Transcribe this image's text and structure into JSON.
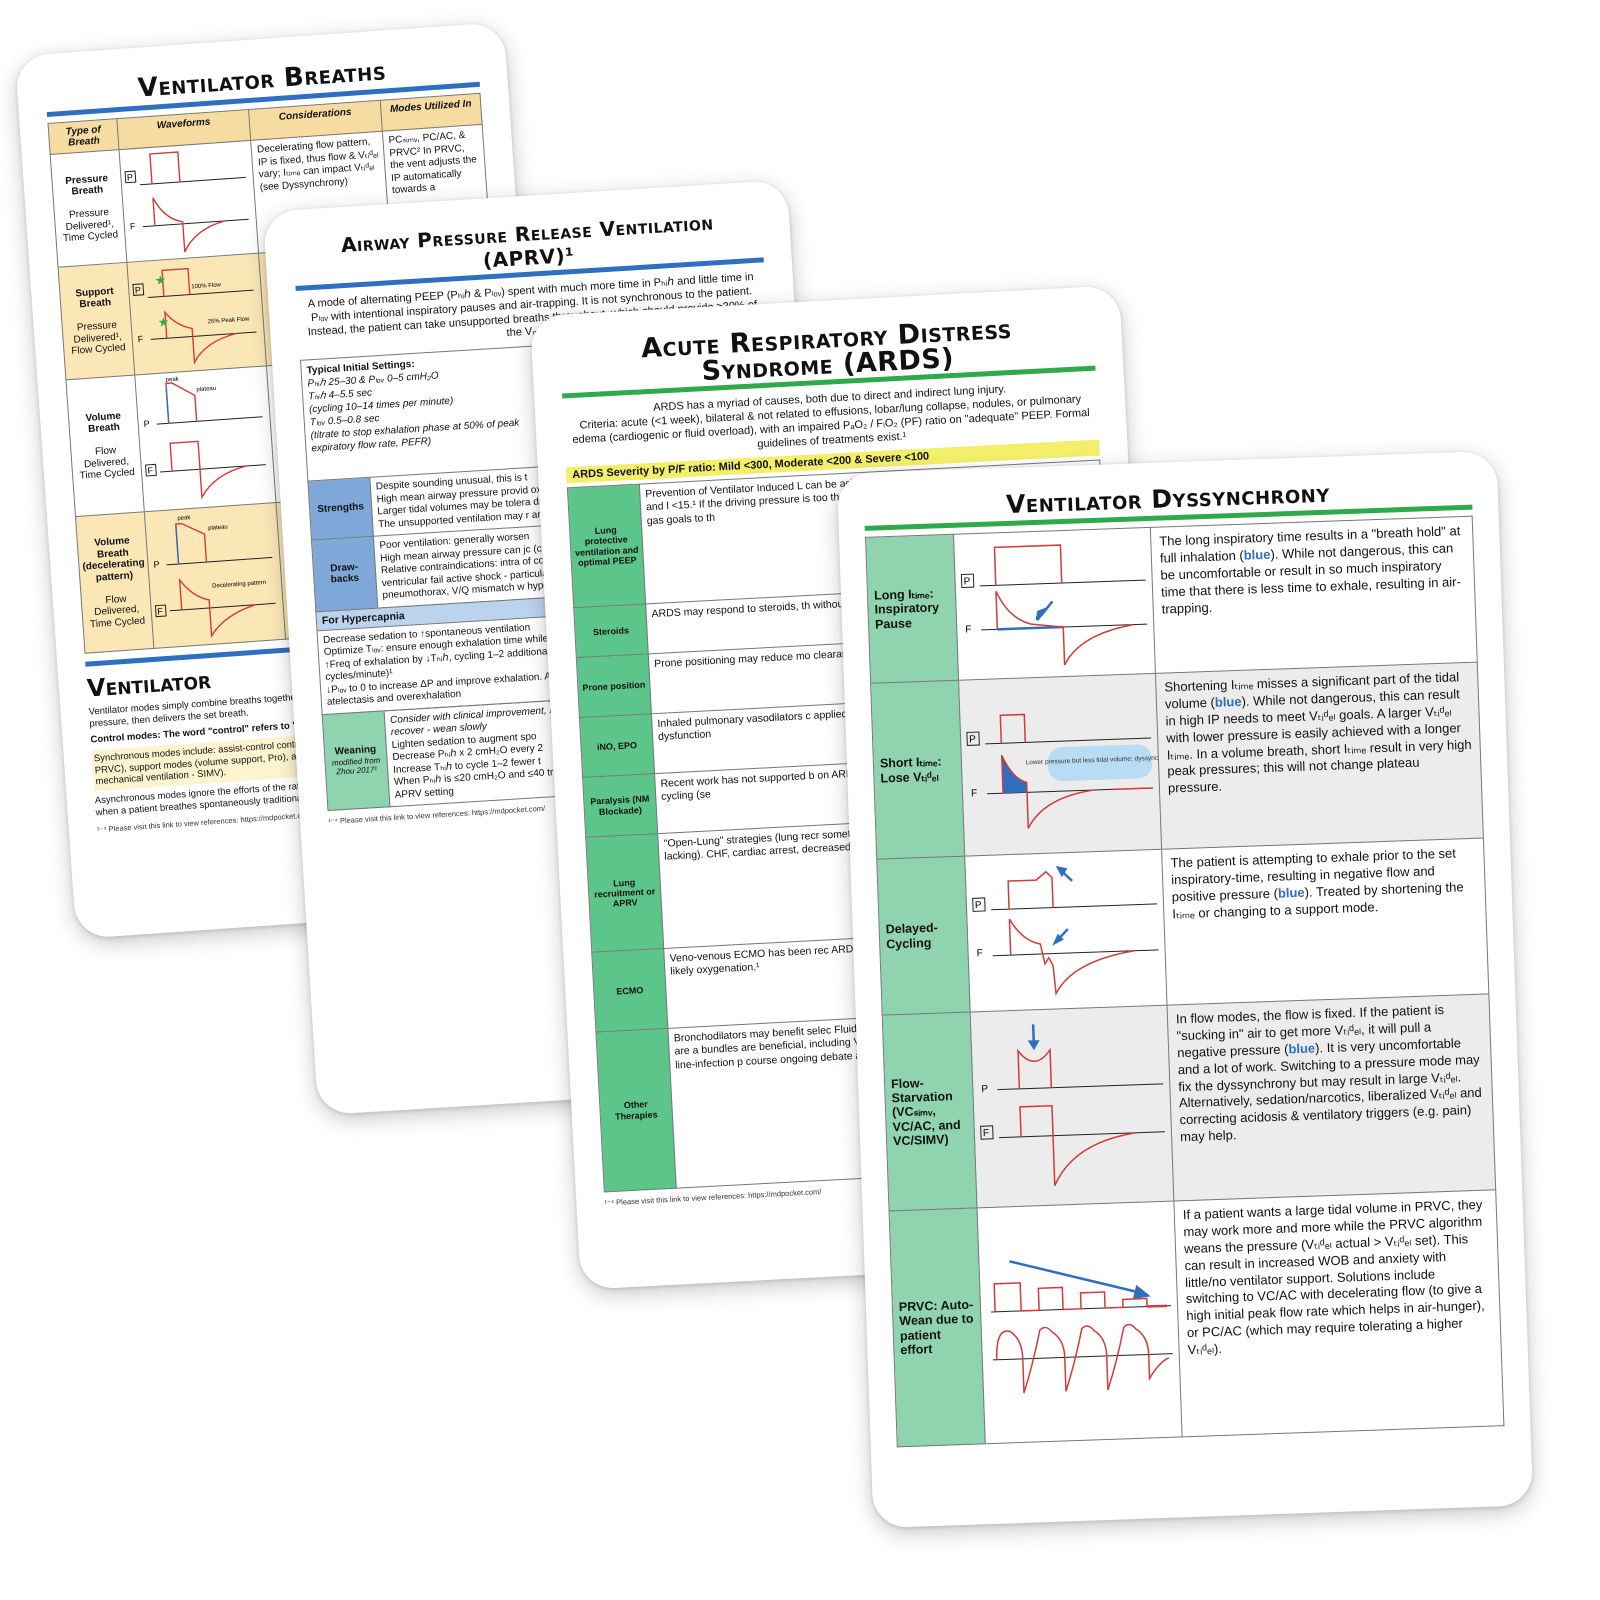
{
  "card1": {
    "title": "Ventilator Breaths",
    "headers": [
      "Type of Breath",
      "Waveforms",
      "Considerations",
      "Modes Utilized In"
    ],
    "rows": [
      {
        "label": "Pressure Breath",
        "sub": "Pressure Delivered¹, Time Cycled",
        "consideration": "Decelerating flow pattern, IP is fixed, thus flow & Vₜᵢᵈₑₗ vary; Iₜᵢₘₑ can impact Vₜᵢᵈₑₗ (see Dyssynchrony)",
        "modes": "PCₛᵢₘᵥ, PC/AC, & PRVC² In PRVC, the vent adjusts the IP automatically towards a"
      },
      {
        "label": "Support Breath",
        "sub": "Pressure Delivered¹, Flow Cycled",
        "consideration": "",
        "modes": ""
      },
      {
        "label": "Volume Breath",
        "sub": "Flow Delivered, Time Cycled",
        "consideration": "",
        "modes": ""
      },
      {
        "label": "Volume Breath (decelerating pattern)",
        "sub": "Flow Delivered, Time Cycled",
        "consideration": "",
        "modes": ""
      }
    ],
    "wave_labels": {
      "flow_pct": "100% Flow",
      "peak_flow": "25% Peak Flow",
      "decel": "Decelerating pattern",
      "peak": "peak",
      "plateau": "plateau"
    },
    "subhead": "Ventilator",
    "p1": "Ventilator modes simply combine breaths together; if the patient breathes air in, the vent senses it, pressure, then delivers the set breath.",
    "p2": "Control modes: The word \"control\" refers to \"cycled breaths).",
    "p3": "Synchronous modes include: assist-control control – PC/AC, volume control/assist-control control – PRVC), support modes (volume support, Pro), and hybrid modes with both AC and support, mechanical ventilation - SIMV).",
    "p4": "Asynchronous modes ignore the efforts of the ratory rate and inspiratory/expiratory time, no can result when a patient breathes spontaneously traditional pressure and volume control modes",
    "footer": "¹⁻⁴ Please visit this link to view references: https://mdpocket.com/"
  },
  "card2": {
    "title": "Airway Pressure Release Ventilation (APRV)¹",
    "intro": "A mode of alternating PEEP (Pₕᵢℎ & Pₗₒᵥ) spent with much more time in Pₕᵢℎ and little time in Pₗₒᵥ with intentional inspiratory pauses and air-trapping. It is not synchronous to the patient. Instead, the patient can take unsupported breaths throughout, which should provide ≥30% of the Vₘᵢₙᵤₜₑ.",
    "settings_title": "Typical Initial Settings:",
    "settings": [
      "Pₕᵢℎ 25–30 & Pₗₒᵥ 0–5 cmH₂O",
      "Tₕᵢℎ 4–5.5 sec",
      "(cycling 10–14 times per minute)",
      "Tₗₒᵥ 0.5–0.8 sec",
      "(titrate to stop exhalation phase at 50% of peak expiratory flow rate, PEFR)"
    ],
    "strengths_label": "Strengths",
    "strengths": [
      "Despite sounding unusual, this is t",
      "High mean airway pressure provid oxygenation. Some publications su",
      "Larger tidal volumes may be tolera driving pressure is challenging to c",
      "The unsupported ventilation may r and may improve recruitment of"
    ],
    "drawbacks_label": "Draw-backs",
    "drawbacks": [
      "Poor ventilation: generally worsen",
      "High mean airway pressure can jc (cerebral perfusion pressure (CPP",
      "Relative contraindications: intra of compromised CPP (e.g. TBI), sev hyperkalemia, right ventricular fail active shock - particularly hypovol trapping, high mean airway pressu in pneumothorax, V/Q mismatch w hypercarbia in COPD."
    ],
    "hyper_title": "For Hypercapnia",
    "hyper_title2": "Fo",
    "hyper": [
      "Decrease sedation to ↑spontaneous ventilation",
      "Optimize Tₗₒᵥ: ensure enough exhalation time while preventing over exhalation¹",
      "↑Freq of exhalation by ↓Tₕᵢℎ, cycling 1–2 additional times per minute (maximum 20–30 cycles/minute)¹",
      "↓Pₗₒᵥ to 0 to increase ΔP and improve exhalation. Always ensure air-trapping to prevent atelectasis and overexhalation"
    ],
    "weaning_label": "Weaning",
    "weaning_sub": "modified from Zhou 2017¹",
    "weaning": [
      "Consider with clinical improvement, FᵢO₂ ≤50% and PF ≥150. The maxim and slow to recover - wean slowly",
      "Lighten sedation to augment spo",
      "Decrease Pₕᵢℎ x 2 cmH₂O every 2",
      "Increase Tₕᵢℎ to cycle 1–2 fewer t",
      "When Pₕᵢℎ is ≤20 cmH₂O and ≤40 trial, switching to typical ventilati maintaining current APRV setting"
    ],
    "footer": "¹⁻⁴ Please visit this link to view references: https://mdpocket.com/"
  },
  "card3": {
    "title_line1": "Acute Respiratory Distress",
    "title_line2": "Syndrome (ARDS)",
    "intro": "ARDS has a myriad of causes, both due to direct and indirect lung injury.",
    "criteria": "Criteria: acute (<1 week), bilateral & not related to effusions, lobar/lung collapse, nodules, or pulmonary edema (cardiogenic or fluid overload), with an impaired PₐO₂ / FᵢO₂ (PF) ratio on \"adequate\" PEEP. Formal guidelines of treatments exist.¹",
    "severity": "ARDS Severity by P/F ratio: Mild <300, Moderate <200 & Severe <100",
    "rows": [
      {
        "label": "Lung protective ventilation and optimal PEEP",
        "text": "Prevention of Ventilator Induced L can be achieved by providing ade (see Setting the Ventilator) and l <15.¹ If the driving pressure is too the RR to maintain Vₘᵢₙᵤₜₑ. Respirato individualize blood gas goals to th"
      },
      {
        "label": "Steroids",
        "text": "ARDS may respond to steroids, th without risk.³ Consider individual"
      },
      {
        "label": "Prone position",
        "text": "Prone positioning may reduce mo clearance, lung compliance, V/Q"
      },
      {
        "label": "iNO, EPO",
        "text": "Inhaled pulmonary vasodilators c applied globally in ARDS they hav (e.g. AKI and platelet dysfunction"
      },
      {
        "label": "Paralysis (NM Blockade)",
        "text": "Recent work has not supported b on ARDS severity. Consider for re particularly for reverse cycling (se"
      },
      {
        "label": "Lung recruitment or APRV",
        "text": "\"Open-Lung\" strategies (lung recr sometimes used primarily or for n broad implementation is lacking). CHF, cardiac arrest, decreased c conflicting, generally supporting i benefit.³"
      },
      {
        "label": "ECMO",
        "text": "Veno-venous ECMO has been rec ARDS, with likely benefit of early i when instituted much later), likely oxygenation.¹"
      },
      {
        "label": "Other Therapies",
        "text": "Bronchodilators may benefit selec Fluid management must be indivi conservative fluid strategies are a bundles are beneficial, including V sedation holidays and optimized s and catheter- and line-infection p course ongoing debate about adj vitamin C, statins and more)."
      }
    ],
    "footer": "¹⁻⁴ Please visit this link to view references: https://mdpocket.com/"
  },
  "card4": {
    "title": "Ventilator Dyssynchrony",
    "rows": [
      {
        "label": "Long Iₜᵢₘₑ: Inspiratory Pause",
        "text": [
          "The long inspiratory time results in a \"breath hold\" at full inhalation (",
          "blue",
          "). While not dangerous, this can be uncomfortable or result in so much inspiratory time that there is less time to exhale, resulting in air-trapping."
        ]
      },
      {
        "label": "Short Iₜᵢₘₑ: Lose Vₜᵢᵈₑₗ",
        "text": [
          "Shortening Iₜᵢₘₑ misses a significant part of the tidal volume (",
          "blue",
          "). While not dangerous, this can result in high IP needs to meet Vₜᵢᵈₑₗ goals. A larger Vₜᵢᵈₑₗ with lower pressure is easily achieved with a longer Iₜᵢₘₑ. In a volume breath, short Iₜᵢₘₑ result in very high peak pressures; this will not change plateau pressure."
        ]
      },
      {
        "label": "Delayed-Cycling",
        "text": [
          "The patient is attempting to exhale prior to the set inspiratory-time, resulting in negative flow and positive pressure (",
          "blue",
          "). Treated by shortening the Iₜᵢₘₑ or changing to a support mode."
        ]
      },
      {
        "label": "Flow-Starvation (VCₛᵢₘᵥ, VC/AC, and VC/SIMV)",
        "text": [
          "In flow modes, the flow is fixed. If the patient is \"sucking in\" air to get more Vₜᵢᵈₑₗ, it will pull a negative pressure (",
          "blue",
          "). It is very uncomfortable and a lot of work. Switching to a pressure mode may fix the dyssynchrony but may result in large Vₜᵢᵈₑₗ. Alternatively, sedation/narcotics, liberalized Vₜᵢᵈₑₗ and correcting acidosis & ventilatory triggers (e.g. pain) may help."
        ]
      },
      {
        "label": "PRVC: Auto-Wean due to patient effort",
        "text": [
          "If a patient wants a large tidal volume in PRVC, they may work more and more while the PRVC algorithm weans the pressure (Vₜᵢᵈₑₗ actual > Vₜᵢᵈₑₗ set). This can result in increased WOB and anxiety with little/no ventilator support. Solutions include switching to VC/AC with decelerating flow (to give a high initial peak flow rate which helps in air-hunger), or PC/AC (which may require tolerating a higher Vₜᵢᵈₑₗ).",
          "",
          ""
        ]
      }
    ],
    "wave_p": "P",
    "wave_f": "F",
    "short_note": "Lower pressure but less tidal volume; dyssynchrony"
  }
}
